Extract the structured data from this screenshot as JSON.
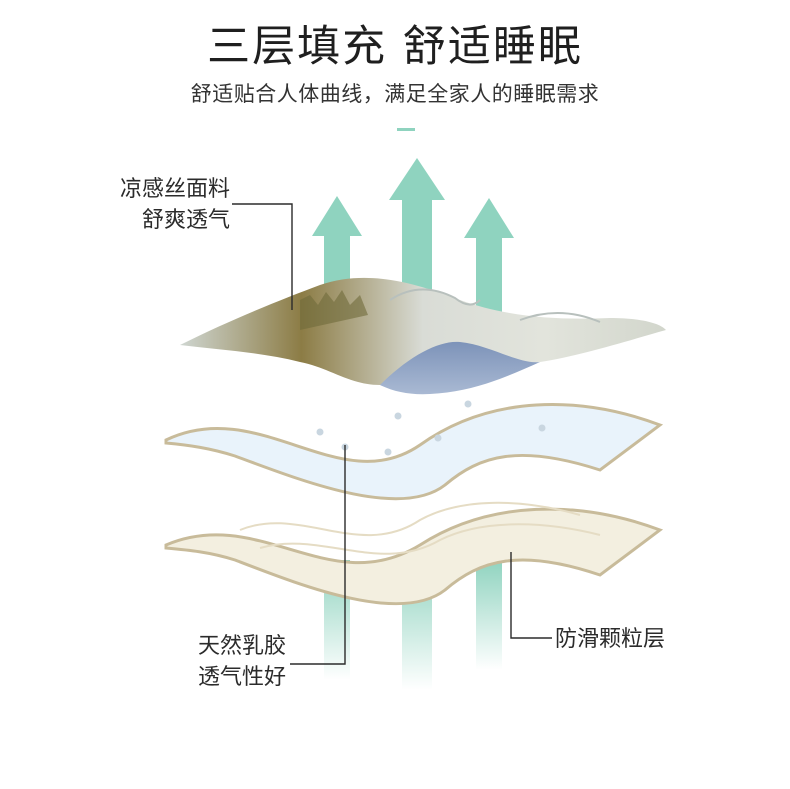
{
  "header": {
    "title": "三层填充 舒适睡眠",
    "subtitle": "舒适贴合人体曲线，满足全家人的睡眠需求"
  },
  "labels": {
    "top_layer": {
      "line1": "凉感丝面料",
      "line2": "舒爽透气"
    },
    "middle_layer": {
      "line1": "天然乳胶",
      "line2": "透气性好"
    },
    "bottom_layer": {
      "text": "防滑颗粒层"
    }
  },
  "colors": {
    "arrow": "#8fd3bf",
    "latex": "#e9f3fb",
    "bottom_layer": "#f3efe0",
    "edge": "#c8bb9a"
  }
}
